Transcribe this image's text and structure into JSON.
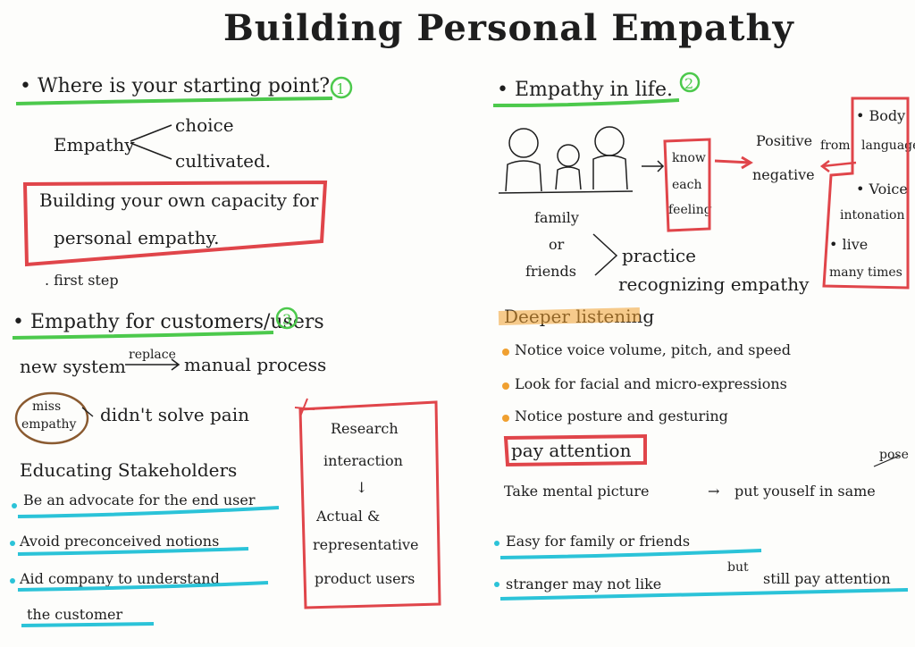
{
  "title": "Building Personal Empathy",
  "colors": {
    "ink": "#1e1e1e",
    "green": "#4cc94c",
    "red": "#e0454a",
    "cyan": "#2bc3d8",
    "orange": "#f0a030",
    "brown": "#8a5a30"
  },
  "section1": {
    "heading": "Where is your starting point?",
    "number": "1",
    "empathy_word": "Empathy",
    "branch_top": "choice",
    "branch_bottom": "cultivated.",
    "box_line1": "Building your own capacity for",
    "box_line2": "personal empathy.",
    "first_step": ". first step"
  },
  "section2": {
    "heading": "Empathy in life.",
    "number": "2",
    "family": "family",
    "or": "or",
    "friends": "friends",
    "practice": "practice",
    "recognizing": "recognizing empathy",
    "know": "know",
    "each": "each",
    "feeling": "feeling",
    "positive": "Positive",
    "negative": "negative",
    "from": "from",
    "cues": [
      "• Body",
      "language",
      "• Voice",
      "intonation",
      "• live",
      "many times"
    ]
  },
  "section3": {
    "heading": "Empathy for customers/users",
    "number": "3",
    "new_system": "new system",
    "replace": "replace",
    "manual": "manual process",
    "miss": "miss",
    "empathy": "empathy",
    "pain": "didn't solve pain",
    "educating": "Educating Stakeholders",
    "bullets": [
      "Be an advocate for the end user",
      "Avoid preconceived notions",
      "Aid company to understand",
      "the customer"
    ],
    "research_box": [
      "Research",
      "interaction",
      "↓",
      "Actual &",
      "representative",
      "product users"
    ]
  },
  "listening": {
    "heading": "Deeper listening",
    "bullets": [
      "Notice voice volume, pitch, and speed",
      "Look for facial and micro-expressions",
      "Notice posture and gesturing"
    ],
    "pay_attention": "pay attention",
    "take": "Take mental picture",
    "arrow": "→",
    "put": "put youself in same",
    "pose": "pose",
    "easy": "Easy for family or friends",
    "stranger": "stranger may not like",
    "but": "but",
    "still": "still pay attention"
  }
}
